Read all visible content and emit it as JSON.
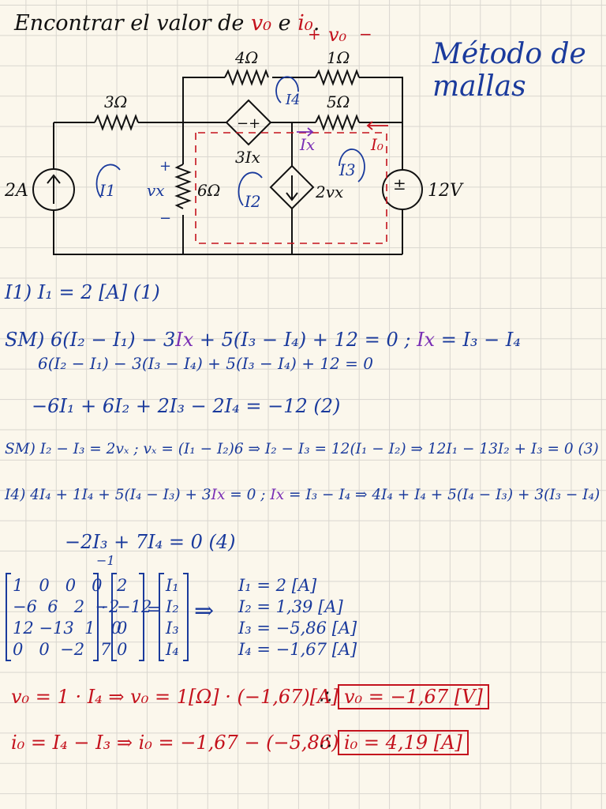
{
  "title": {
    "prefix": "Encontrar el valor de ",
    "vo": "v₀",
    "mid": " e ",
    "io": "i₀",
    "end": "."
  },
  "method": "Método de mallas",
  "circuit": {
    "r1": "3Ω",
    "r2": "4Ω",
    "r3": "1Ω",
    "r4": "5Ω",
    "r5": "6Ω",
    "src_current": "2A",
    "src_voltage": "12V",
    "dep_voltage": "3Ix",
    "dep_current": "2vx",
    "vx": "vx",
    "vo": "v₀",
    "ix": "Ix",
    "io": "I₀",
    "plus": "+",
    "minus": "−",
    "pm": "±",
    "mp": "−+",
    "mesh1": "I1",
    "mesh2": "I2",
    "mesh3": "I3",
    "mesh4": "I4"
  },
  "equations": {
    "l1": "I1)  I₁ = 2 [A]  (1)",
    "l2a": "SM)  6(I₂ − I₁) − 3",
    "l2b": "Ix",
    "l2c": " + 5(I₃ − I₄) + 12 = 0  ;  ",
    "l2d": "Ix",
    "l2e": " = I₃ − I₄",
    "l3": "6(I₂ − I₁) − 3(I₃ − I₄) + 5(I₃ − I₄) + 12 = 0",
    "l4": "−6I₁ + 6I₂ + 2I₃ − 2I₄ = −12  (2)",
    "l5": "SM)  I₂ − I₃ = 2vₓ ; vₓ = (I₁ − I₂)6 ⇒ I₂ − I₃ = 12(I₁ − I₂) ⇒ 12I₁ − 13I₂ + I₃ = 0 (3)",
    "l6a": "I4)  4I₄ + 1I₄ + 5(I₄ − I₃) + 3",
    "l6b": "Ix",
    "l6c": " = 0 ; ",
    "l6d": "Ix",
    "l6e": " = I₃ − I₄ ⇒ 4I₄ + I₄ + 5(I₄ − I₃) + 3(I₃ − I₄) = 0",
    "l7": "−2I₃ + 7I₄ = 0 (4)"
  },
  "matrix": {
    "inverse": "−1",
    "rows": [
      "1   0   0   0",
      "−6  6   2  −2",
      "12 −13  1   0",
      "0   0  −2   7"
    ],
    "rhs": [
      "2",
      "−12",
      "0",
      "0"
    ],
    "vars": [
      "I₁",
      "I₂",
      "I₃",
      "I₄"
    ],
    "dot": "·",
    "eq": "=",
    "arrow": "⇒",
    "results": [
      "I₁ = 2 [A]",
      "I₂ = 1,39 [A]",
      "I₃ = −5,86 [A]",
      "I₄ = −1,67 [A]"
    ]
  },
  "answers": {
    "vo_line": "v₀ = 1 · I₄  ⇒  v₀ = 1[Ω] · (−1,67)[A]",
    "vo_therefore": "∴",
    "vo_box": "v₀ = −1,67 [V]",
    "io_line": "i₀ = I₄ − I₃  ⇒  i₀ = −1,67 − (−5,86)",
    "io_therefore": "∴",
    "io_box": "i₀ = 4,19 [A]"
  }
}
